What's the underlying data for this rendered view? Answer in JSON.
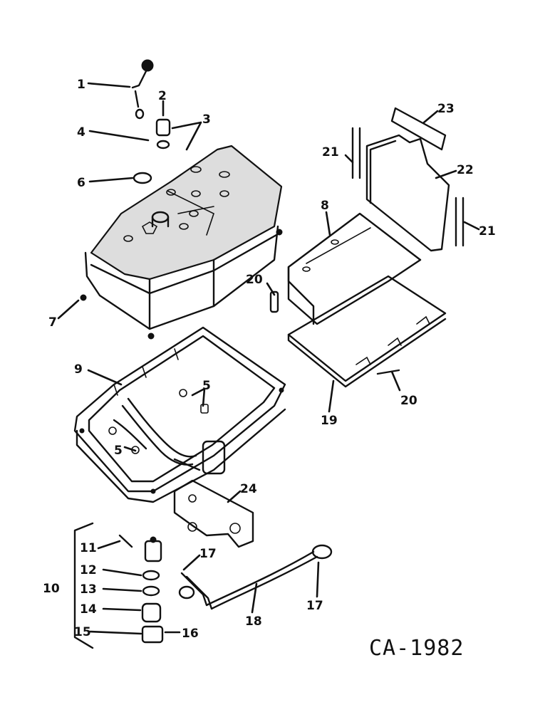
{
  "drawing_number": "CA-1982",
  "callouts": [
    "1",
    "2",
    "3",
    "4",
    "5",
    "6",
    "7",
    "8",
    "9",
    "10",
    "11",
    "12",
    "13",
    "14",
    "15",
    "16",
    "17",
    "18",
    "19",
    "20",
    "21",
    "22",
    "23",
    "24"
  ]
}
